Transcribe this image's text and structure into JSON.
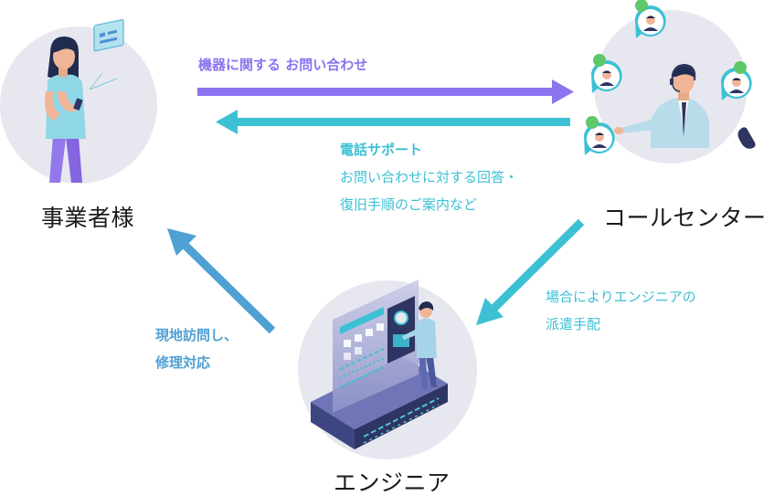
{
  "nodes": {
    "customer": {
      "label": "事業者様"
    },
    "call_center": {
      "label": "コールセンター"
    },
    "engineer": {
      "label": "エンジニア"
    }
  },
  "arrows": {
    "customer_to_call_center": {
      "label": "機器に関する お問い合わせ",
      "color": "#8c73f0"
    },
    "call_center_to_customer": {
      "title": "電話サポート",
      "line1": "お問い合わせに対する回答・",
      "line2": "復旧手順のご案内など",
      "color": "#3cc0d4"
    },
    "call_center_to_engineer": {
      "line1": "場合によりエンジニアの",
      "line2": "派遣手配",
      "color": "#3cc0d4"
    },
    "engineer_to_customer": {
      "line1": "現地訪問し、",
      "line2": "修理対応",
      "color": "#4fa0d3"
    }
  },
  "colors": {
    "circle_bg": "#e7e8ef",
    "purple": "#8c73f0",
    "teal": "#3cc0d4",
    "blue": "#4fa0d3",
    "navy": "#2e3562"
  }
}
